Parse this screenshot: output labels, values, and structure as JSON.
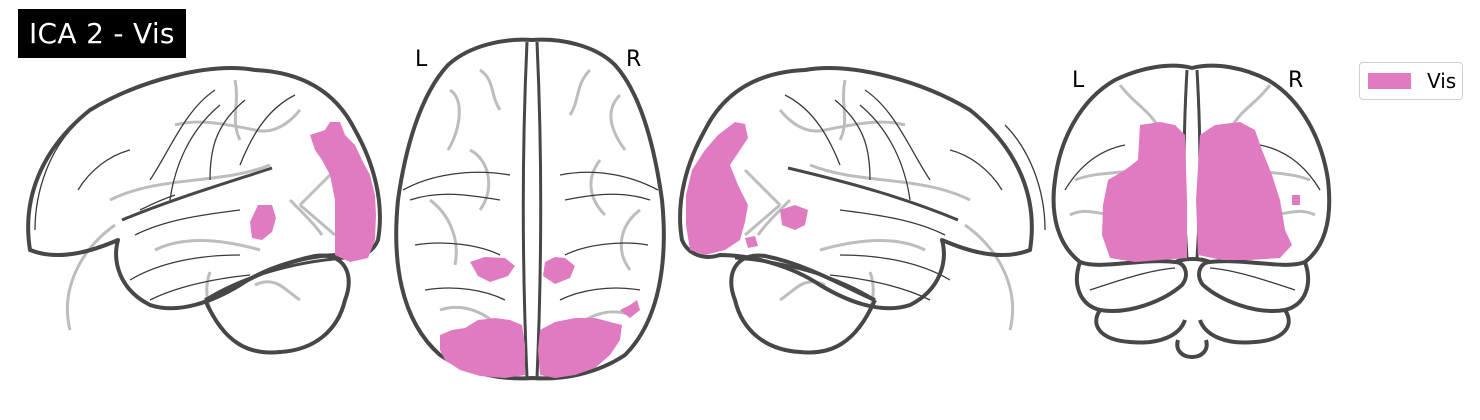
{
  "title": "ICA 2 - Vis",
  "views": {
    "axial": {
      "left_label": "L",
      "right_label": "R"
    },
    "coronal": {
      "left_label": "L",
      "right_label": "R"
    }
  },
  "legend": [
    {
      "label": "Vis",
      "color": "#e07ac1"
    }
  ],
  "overlay_color": "#e07ac1"
}
